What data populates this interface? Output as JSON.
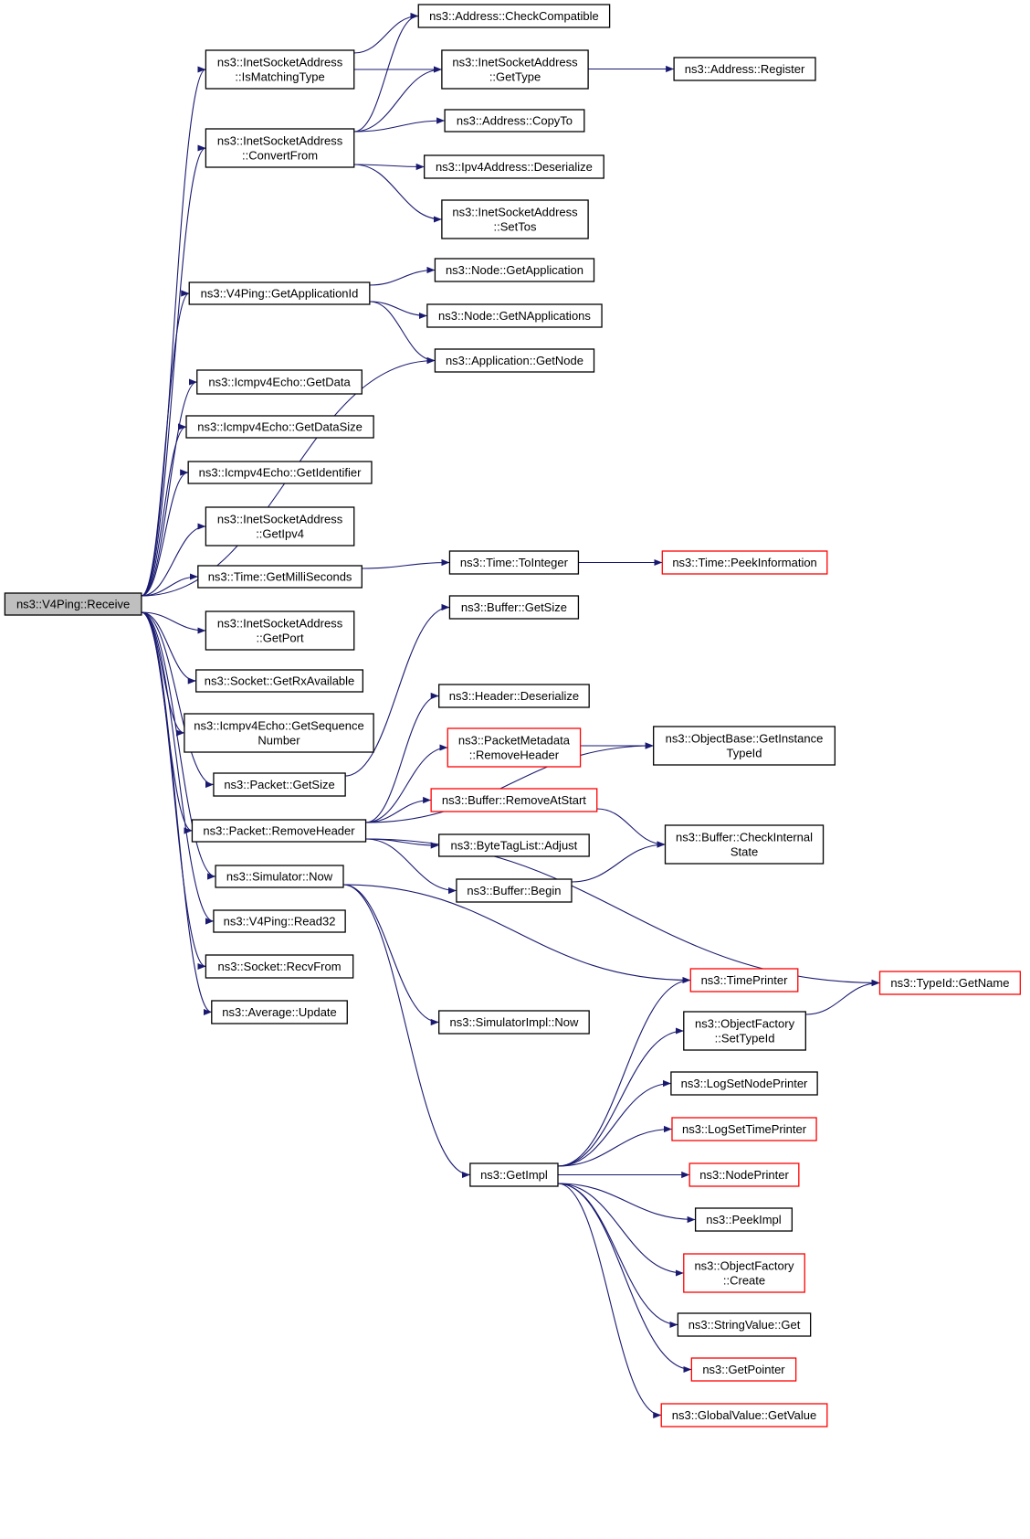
{
  "colors": {
    "edge": "#191970",
    "root_fill": "#bfbfbf",
    "truncated_border": "#ff0000",
    "node_border": "#000000"
  },
  "nodes": {
    "receive": {
      "lines": [
        "ns3::V4Ping::Receive"
      ],
      "style": "root"
    },
    "inet_ismatching": {
      "lines": [
        "ns3::InetSocketAddress",
        "::IsMatchingType"
      ]
    },
    "inet_convertfrom": {
      "lines": [
        "ns3::InetSocketAddress",
        "::ConvertFrom"
      ]
    },
    "v4_getappid": {
      "lines": [
        "ns3::V4Ping::GetApplicationId"
      ]
    },
    "icmp_getdata": {
      "lines": [
        "ns3::Icmpv4Echo::GetData"
      ]
    },
    "icmp_getdatasize": {
      "lines": [
        "ns3::Icmpv4Echo::GetDataSize"
      ]
    },
    "icmp_getid": {
      "lines": [
        "ns3::Icmpv4Echo::GetIdentifier"
      ]
    },
    "inet_getipv4": {
      "lines": [
        "ns3::InetSocketAddress",
        "::GetIpv4"
      ]
    },
    "time_getms": {
      "lines": [
        "ns3::Time::GetMilliSeconds"
      ]
    },
    "inet_getport": {
      "lines": [
        "ns3::InetSocketAddress",
        "::GetPort"
      ]
    },
    "socket_getrx": {
      "lines": [
        "ns3::Socket::GetRxAvailable"
      ]
    },
    "icmp_getseq": {
      "lines": [
        "ns3::Icmpv4Echo::GetSequence",
        "Number"
      ]
    },
    "packet_getsize": {
      "lines": [
        "ns3::Packet::GetSize"
      ]
    },
    "packet_removeheader": {
      "lines": [
        "ns3::Packet::RemoveHeader"
      ]
    },
    "sim_now": {
      "lines": [
        "ns3::Simulator::Now"
      ]
    },
    "v4_read32": {
      "lines": [
        "ns3::V4Ping::Read32"
      ]
    },
    "socket_recvfrom": {
      "lines": [
        "ns3::Socket::RecvFrom"
      ]
    },
    "avg_update": {
      "lines": [
        "ns3::Average::Update"
      ]
    },
    "addr_checkcompat": {
      "lines": [
        "ns3::Address::CheckCompatible"
      ]
    },
    "inet_gettype": {
      "lines": [
        "ns3::InetSocketAddress",
        "::GetType"
      ]
    },
    "addr_register": {
      "lines": [
        "ns3::Address::Register"
      ]
    },
    "addr_copyto": {
      "lines": [
        "ns3::Address::CopyTo"
      ]
    },
    "ipv4_deser": {
      "lines": [
        "ns3::Ipv4Address::Deserialize"
      ]
    },
    "inet_settos": {
      "lines": [
        "ns3::InetSocketAddress",
        "::SetTos"
      ]
    },
    "node_getapp": {
      "lines": [
        "ns3::Node::GetApplication"
      ]
    },
    "node_getnapps": {
      "lines": [
        "ns3::Node::GetNApplications"
      ]
    },
    "app_getnode": {
      "lines": [
        "ns3::Application::GetNode"
      ]
    },
    "time_tointeger": {
      "lines": [
        "ns3::Time::ToInteger"
      ]
    },
    "time_peekinfo": {
      "lines": [
        "ns3::Time::PeekInformation"
      ],
      "style": "truncated"
    },
    "buffer_getsize": {
      "lines": [
        "ns3::Buffer::GetSize"
      ]
    },
    "header_deser": {
      "lines": [
        "ns3::Header::Deserialize"
      ]
    },
    "pm_removeheader": {
      "lines": [
        "ns3::PacketMetadata",
        "::RemoveHeader"
      ],
      "style": "truncated"
    },
    "objbase_getinst": {
      "lines": [
        "ns3::ObjectBase::GetInstance",
        "TypeId"
      ]
    },
    "buffer_removeatstart": {
      "lines": [
        "ns3::Buffer::RemoveAtStart"
      ],
      "style": "truncated"
    },
    "bytetag_adjust": {
      "lines": [
        "ns3::ByteTagList::Adjust"
      ]
    },
    "buffer_checkinternal": {
      "lines": [
        "ns3::Buffer::CheckInternal",
        "State"
      ]
    },
    "buffer_begin": {
      "lines": [
        "ns3::Buffer::Begin"
      ]
    },
    "typeid_getname": {
      "lines": [
        "ns3::TypeId::GetName"
      ],
      "style": "truncated"
    },
    "timeprinter": {
      "lines": [
        "ns3::TimePrinter"
      ],
      "style": "truncated"
    },
    "simimpl_now": {
      "lines": [
        "ns3::SimulatorImpl::Now"
      ]
    },
    "objfactory_settypeid": {
      "lines": [
        "ns3::ObjectFactory",
        "::SetTypeId"
      ]
    },
    "logsetnodeprinter": {
      "lines": [
        "ns3::LogSetNodePrinter"
      ]
    },
    "logsettimeprinter": {
      "lines": [
        "ns3::LogSetTimePrinter"
      ],
      "style": "truncated"
    },
    "getimpl": {
      "lines": [
        "ns3::GetImpl"
      ]
    },
    "nodeprinter": {
      "lines": [
        "ns3::NodePrinter"
      ],
      "style": "truncated"
    },
    "peekimpl": {
      "lines": [
        "ns3::PeekImpl"
      ]
    },
    "objfactory_create": {
      "lines": [
        "ns3::ObjectFactory",
        "::Create"
      ],
      "style": "truncated"
    },
    "stringvalue_get": {
      "lines": [
        "ns3::StringValue::Get"
      ]
    },
    "getpointer": {
      "lines": [
        "ns3::GetPointer"
      ],
      "style": "truncated"
    },
    "globalvalue_getvalue": {
      "lines": [
        "ns3::GlobalValue::GetValue"
      ],
      "style": "truncated"
    }
  },
  "edges": [
    [
      "receive",
      "inet_ismatching"
    ],
    [
      "receive",
      "inet_convertfrom"
    ],
    [
      "receive",
      "v4_getappid"
    ],
    [
      "receive",
      "app_getnode"
    ],
    [
      "receive",
      "icmp_getdata"
    ],
    [
      "receive",
      "icmp_getdatasize"
    ],
    [
      "receive",
      "icmp_getid"
    ],
    [
      "receive",
      "inet_getipv4"
    ],
    [
      "receive",
      "time_getms"
    ],
    [
      "receive",
      "inet_getport"
    ],
    [
      "receive",
      "socket_getrx"
    ],
    [
      "receive",
      "icmp_getseq"
    ],
    [
      "receive",
      "packet_getsize"
    ],
    [
      "receive",
      "packet_removeheader"
    ],
    [
      "receive",
      "sim_now"
    ],
    [
      "receive",
      "v4_read32"
    ],
    [
      "receive",
      "socket_recvfrom"
    ],
    [
      "receive",
      "avg_update"
    ],
    [
      "inet_ismatching",
      "addr_checkcompat"
    ],
    [
      "inet_ismatching",
      "inet_gettype"
    ],
    [
      "inet_convertfrom",
      "addr_checkcompat"
    ],
    [
      "inet_convertfrom",
      "inet_gettype"
    ],
    [
      "inet_convertfrom",
      "addr_copyto"
    ],
    [
      "inet_convertfrom",
      "ipv4_deser"
    ],
    [
      "inet_convertfrom",
      "inet_settos"
    ],
    [
      "inet_gettype",
      "addr_register"
    ],
    [
      "v4_getappid",
      "node_getapp"
    ],
    [
      "v4_getappid",
      "node_getnapps"
    ],
    [
      "v4_getappid",
      "app_getnode"
    ],
    [
      "time_getms",
      "time_tointeger"
    ],
    [
      "time_tointeger",
      "time_peekinfo"
    ],
    [
      "packet_getsize",
      "buffer_getsize"
    ],
    [
      "packet_removeheader",
      "header_deser"
    ],
    [
      "packet_removeheader",
      "objbase_getinst"
    ],
    [
      "packet_removeheader",
      "pm_removeheader"
    ],
    [
      "packet_removeheader",
      "buffer_removeatstart"
    ],
    [
      "packet_removeheader",
      "bytetag_adjust"
    ],
    [
      "packet_removeheader",
      "buffer_begin"
    ],
    [
      "packet_removeheader",
      "typeid_getname"
    ],
    [
      "pm_removeheader",
      "objbase_getinst"
    ],
    [
      "buffer_removeatstart",
      "buffer_checkinternal"
    ],
    [
      "buffer_begin",
      "buffer_checkinternal"
    ],
    [
      "sim_now",
      "timeprinter"
    ],
    [
      "sim_now",
      "simimpl_now"
    ],
    [
      "sim_now",
      "getimpl"
    ],
    [
      "objfactory_settypeid",
      "typeid_getname"
    ],
    [
      "getimpl",
      "timeprinter"
    ],
    [
      "getimpl",
      "objfactory_settypeid"
    ],
    [
      "getimpl",
      "logsetnodeprinter"
    ],
    [
      "getimpl",
      "logsettimeprinter"
    ],
    [
      "getimpl",
      "nodeprinter"
    ],
    [
      "getimpl",
      "peekimpl"
    ],
    [
      "getimpl",
      "objfactory_create"
    ],
    [
      "getimpl",
      "stringvalue_get"
    ],
    [
      "getimpl",
      "getpointer"
    ],
    [
      "getimpl",
      "globalvalue_getvalue"
    ]
  ]
}
